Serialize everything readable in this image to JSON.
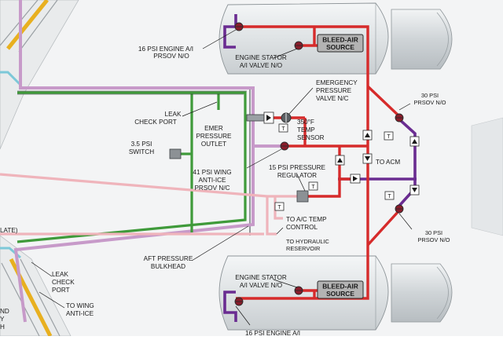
{
  "labels": {
    "engine_ai_top_1": "16 PSI ENGINE A/I",
    "engine_ai_top_2": "PRSOV N/O",
    "stator_top_1": "ENGINE STATOR",
    "stator_top_2": "A/I VALVE N/O",
    "bleed_top_1": "BLEED-AIR",
    "bleed_top_2": "SOURCE",
    "emer_valve_1": "EMERGENCY",
    "emer_valve_2": "PRESSURE",
    "emer_valve_3": "VALVE N/C",
    "leak_top_1": "LEAK",
    "leak_top_2": "CHECK PORT",
    "emer_outlet_1": "EMER",
    "emer_outlet_2": "PRESSURE",
    "emer_outlet_3": "OUTLET",
    "temp_sensor_1": "350°F",
    "temp_sensor_2": "TEMP",
    "temp_sensor_3": "SENSOR",
    "switch_1": "3.5 PSI",
    "switch_2": "SWITCH",
    "wing_prsov_1": "41 PSI WING",
    "wing_prsov_2": "ANTI-ICE",
    "wing_prsov_3": "PRSOV N/C",
    "regulator_1": "15 PSI PRESSURE",
    "regulator_2": "REGULATOR",
    "prsov30_top_1": "30 PSI",
    "prsov30_top_2": "PRSOV N/O",
    "to_acm": "TO ACM",
    "to_ac_1": "TO A/C TEMP",
    "to_ac_2": "CONTROL",
    "to_hyd_1": "TO HYDRAULIC",
    "to_hyd_2": "RESERVOIR",
    "prsov30_bot_1": "30 PSI",
    "prsov30_bot_2": "PRSOV N/O",
    "late": "LATE)",
    "aft_1": "AFT PRESSURE",
    "aft_2": "BULKHEAD",
    "leak_bot_1": "LEAK",
    "leak_bot_2": "CHECK",
    "leak_bot_3": "PORT",
    "to_wing_1": "TO WING",
    "to_wing_2": "ANTI-ICE",
    "stator_bot_1": "ENGINE STATOR",
    "stator_bot_2": "A/I VALVE N/O",
    "bleed_bot_1": "BLEED-AIR",
    "bleed_bot_2": "SOURCE",
    "engine_ai_bot": "16 PSI ENGINE A/I",
    "edge_1": "ND",
    "edge_2": "Y",
    "edge_3": "H",
    "t_marker": "T"
  },
  "colors": {
    "bleed_line": "#d62b2b",
    "anti_ice_line": "#6a2c91",
    "emergency_line": "#3f9a3a",
    "wing_line": "#c79ac9",
    "hydraulic_line": "#efb4bb",
    "cyan_line": "#7cc8d8",
    "wing_edge": "#e8b020",
    "nacelle": "#e2e6e8",
    "fuselage": "#eef0f1"
  }
}
